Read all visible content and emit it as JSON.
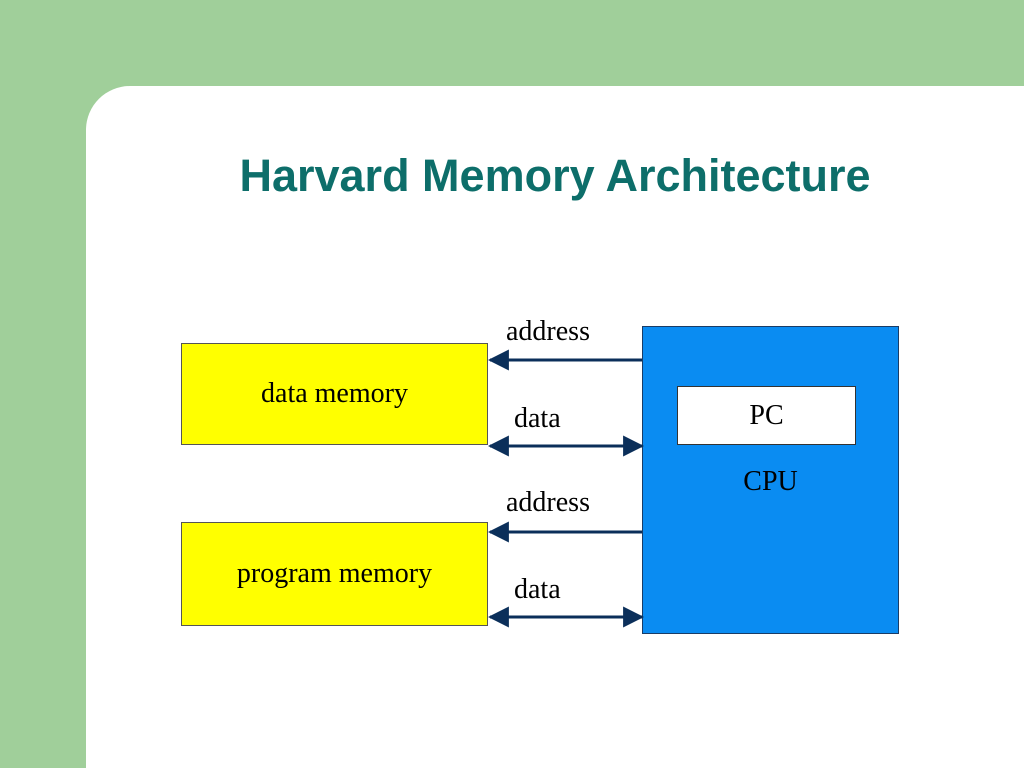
{
  "title": "Harvard Memory Architecture",
  "data_memory": {
    "label": "data memory"
  },
  "program_memory": {
    "label": "program memory"
  },
  "cpu": {
    "label": "CPU",
    "register_label": "PC"
  },
  "buses": {
    "data_memory_address": "address",
    "data_memory_data": "data",
    "program_memory_address": "address",
    "program_memory_data": "data"
  },
  "colors": {
    "background": "#a0cf9a",
    "title": "#0d6e6a",
    "memory_box": "#ffff00",
    "cpu_box": "#0a8cf2",
    "arrow": "#0b2f5a"
  }
}
